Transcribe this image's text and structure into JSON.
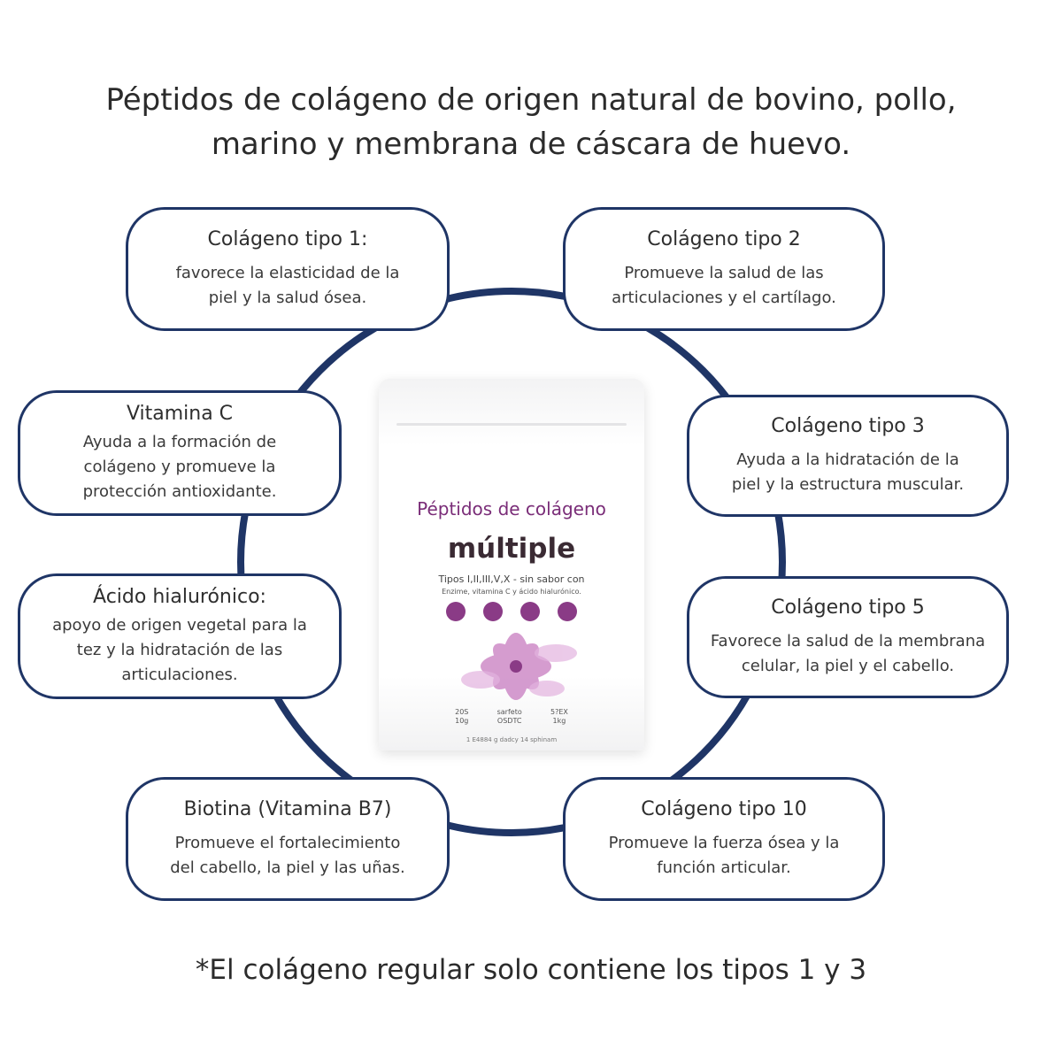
{
  "title": {
    "line1": "Péptidos de colágeno de origen natural de bovino, pollo,",
    "line2": "marino y membrana de cáscara de huevo."
  },
  "colors": {
    "ring": "#1f3566",
    "box_border": "#1f3566",
    "brand_purple": "#7a2d78"
  },
  "boxes": {
    "tipo1": {
      "heading": "Colágeno tipo 1:",
      "lines": [
        "favorece la elasticidad de la",
        "piel y la salud ósea."
      ]
    },
    "tipo2": {
      "heading": "Colágeno tipo 2",
      "lines": [
        "Promueve la salud de las",
        "articulaciones y el cartílago."
      ]
    },
    "vitc": {
      "heading": "Vitamina C",
      "lines": [
        "Ayuda a la formación de",
        "colágeno y promueve la",
        "protección antioxidante."
      ]
    },
    "tipo3": {
      "heading": "Colágeno tipo 3",
      "lines": [
        "Ayuda a la hidratación de la",
        "piel y la estructura muscular."
      ]
    },
    "acido": {
      "heading": "Ácido hialurónico:",
      "lines": [
        "apoyo de origen vegetal para la",
        "tez y la hidratación de las",
        "articulaciones."
      ]
    },
    "tipo5": {
      "heading": "Colágeno tipo 5",
      "lines": [
        "Favorece la salud de la membrana",
        "celular, la piel y el cabello."
      ]
    },
    "biotina": {
      "heading": "Biotina (Vitamina B7)",
      "lines": [
        "Promueve el fortalecimiento",
        "del cabello, la piel y las uñas."
      ]
    },
    "tipo10": {
      "heading": "Colágeno tipo 10",
      "lines": [
        "Promueve la fuerza ósea y la",
        "función articular."
      ]
    }
  },
  "product": {
    "title": "Péptidos de colágeno",
    "name": "múltiple",
    "subtitle": "Tipos I,II,III,V,X - sin sabor con",
    "subtitle2": "Enzime, vitamina C y ácido hialurónico.",
    "icons": [
      "skin-icon",
      "molecule-icon",
      "hand-icon",
      "cells-icon"
    ],
    "nutrition": [
      {
        "top": "20S",
        "bottom": "10g"
      },
      {
        "top": "sarfeto",
        "bottom": "OSDTC"
      },
      {
        "top": "5?EX",
        "bottom": "1kg"
      }
    ],
    "fine_print": "1 E4884 g dadcy 14 sphinam"
  },
  "footnote": "*El colágeno regular solo contiene los tipos 1 y 3"
}
